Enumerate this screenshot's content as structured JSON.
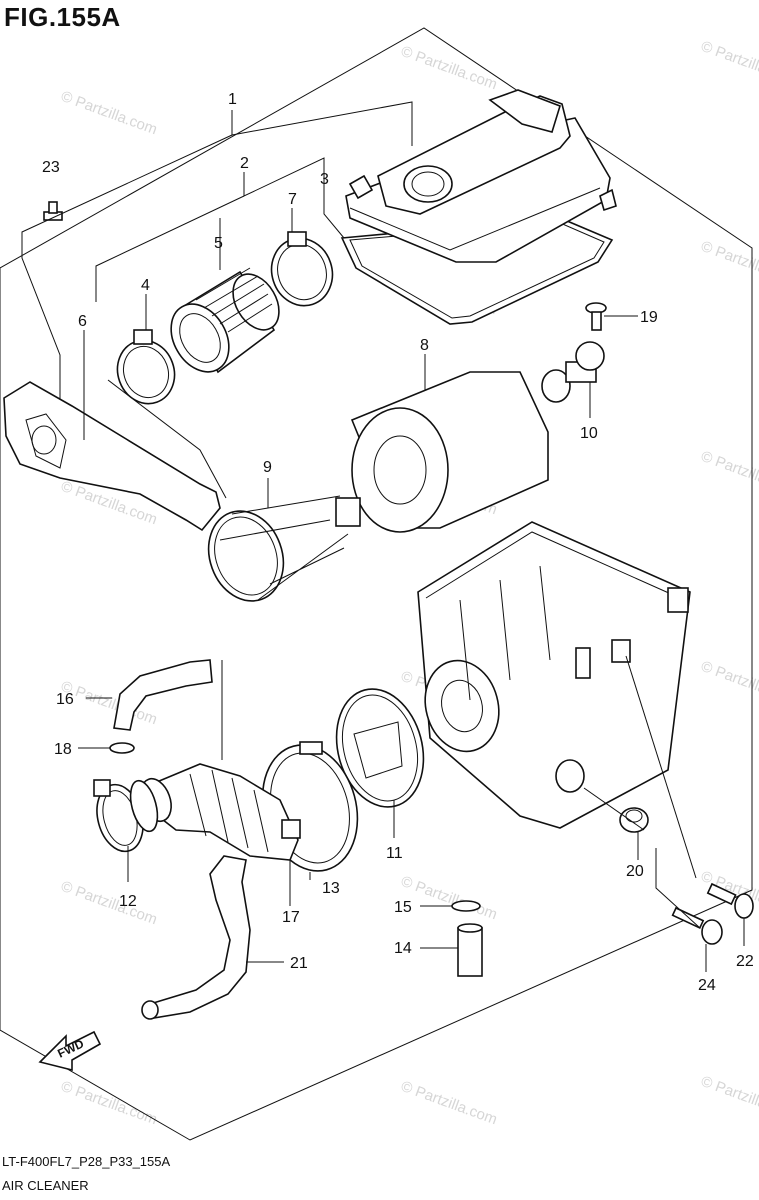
{
  "figure": {
    "title": "FIG.155A",
    "code": "LT-F400FL7_P28_P33_155A",
    "caption": "AIR CLEANER"
  },
  "watermark": "© Partzilla.com",
  "fwd_arrow_label": "FWD",
  "callouts": [
    {
      "id": "callout-1",
      "label": "1"
    },
    {
      "id": "callout-2",
      "label": "2"
    },
    {
      "id": "callout-3",
      "label": "3"
    },
    {
      "id": "callout-4",
      "label": "4"
    },
    {
      "id": "callout-5",
      "label": "5"
    },
    {
      "id": "callout-6",
      "label": "6"
    },
    {
      "id": "callout-7",
      "label": "7"
    },
    {
      "id": "callout-8",
      "label": "8"
    },
    {
      "id": "callout-9",
      "label": "9"
    },
    {
      "id": "callout-10",
      "label": "10"
    },
    {
      "id": "callout-11",
      "label": "11"
    },
    {
      "id": "callout-12",
      "label": "12"
    },
    {
      "id": "callout-13",
      "label": "13"
    },
    {
      "id": "callout-14",
      "label": "14"
    },
    {
      "id": "callout-15",
      "label": "15"
    },
    {
      "id": "callout-16",
      "label": "16"
    },
    {
      "id": "callout-17",
      "label": "17"
    },
    {
      "id": "callout-18",
      "label": "18"
    },
    {
      "id": "callout-19",
      "label": "19"
    },
    {
      "id": "callout-20",
      "label": "20"
    },
    {
      "id": "callout-21",
      "label": "21"
    },
    {
      "id": "callout-22",
      "label": "22"
    },
    {
      "id": "callout-23",
      "label": "23"
    },
    {
      "id": "callout-24",
      "label": "24"
    }
  ],
  "colors": {
    "line": "#111111",
    "watermark": "#d6d6d6",
    "background": "#ffffff"
  }
}
